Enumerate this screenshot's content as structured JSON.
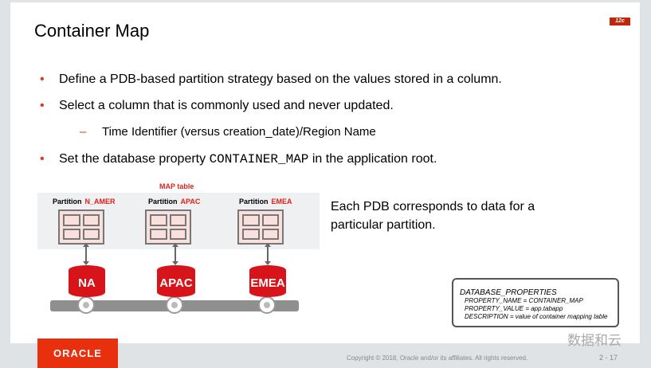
{
  "title": "Container Map",
  "badge": "12c",
  "bullets": [
    "Define a PDB-based partition strategy based on the values stored in a column.",
    "Select a column that is commonly used and never updated."
  ],
  "sub": "Time Identifier (versus creation_date)/Region Name",
  "bullet3": {
    "pre": "Set the database property ",
    "code": "CONTAINER_MAP",
    "post": " in the application root."
  },
  "diagram": {
    "map_label": "MAP table",
    "partition_word": "Partition",
    "partitions": [
      "N_AMER",
      "APAC",
      "EMEA"
    ],
    "dbs": [
      "NA",
      "APAC",
      "EMEA"
    ]
  },
  "note": "Each PDB corresponds to data for a particular partition.",
  "scroll": {
    "heading": "DATABASE_PROPERTIES",
    "lines": [
      "PROPERTY_NAME = CONTAINER_MAP",
      "PROPERTY_VALUE = app.tabapp",
      "DESCRIPTION = value of container mapping table"
    ]
  },
  "footer": {
    "logo": "ORACLE",
    "copyright": "Copyright © 2018, Oracle and/or its affiliates. All rights reserved.",
    "page": "2 - 17",
    "watermark": "数据和云"
  }
}
